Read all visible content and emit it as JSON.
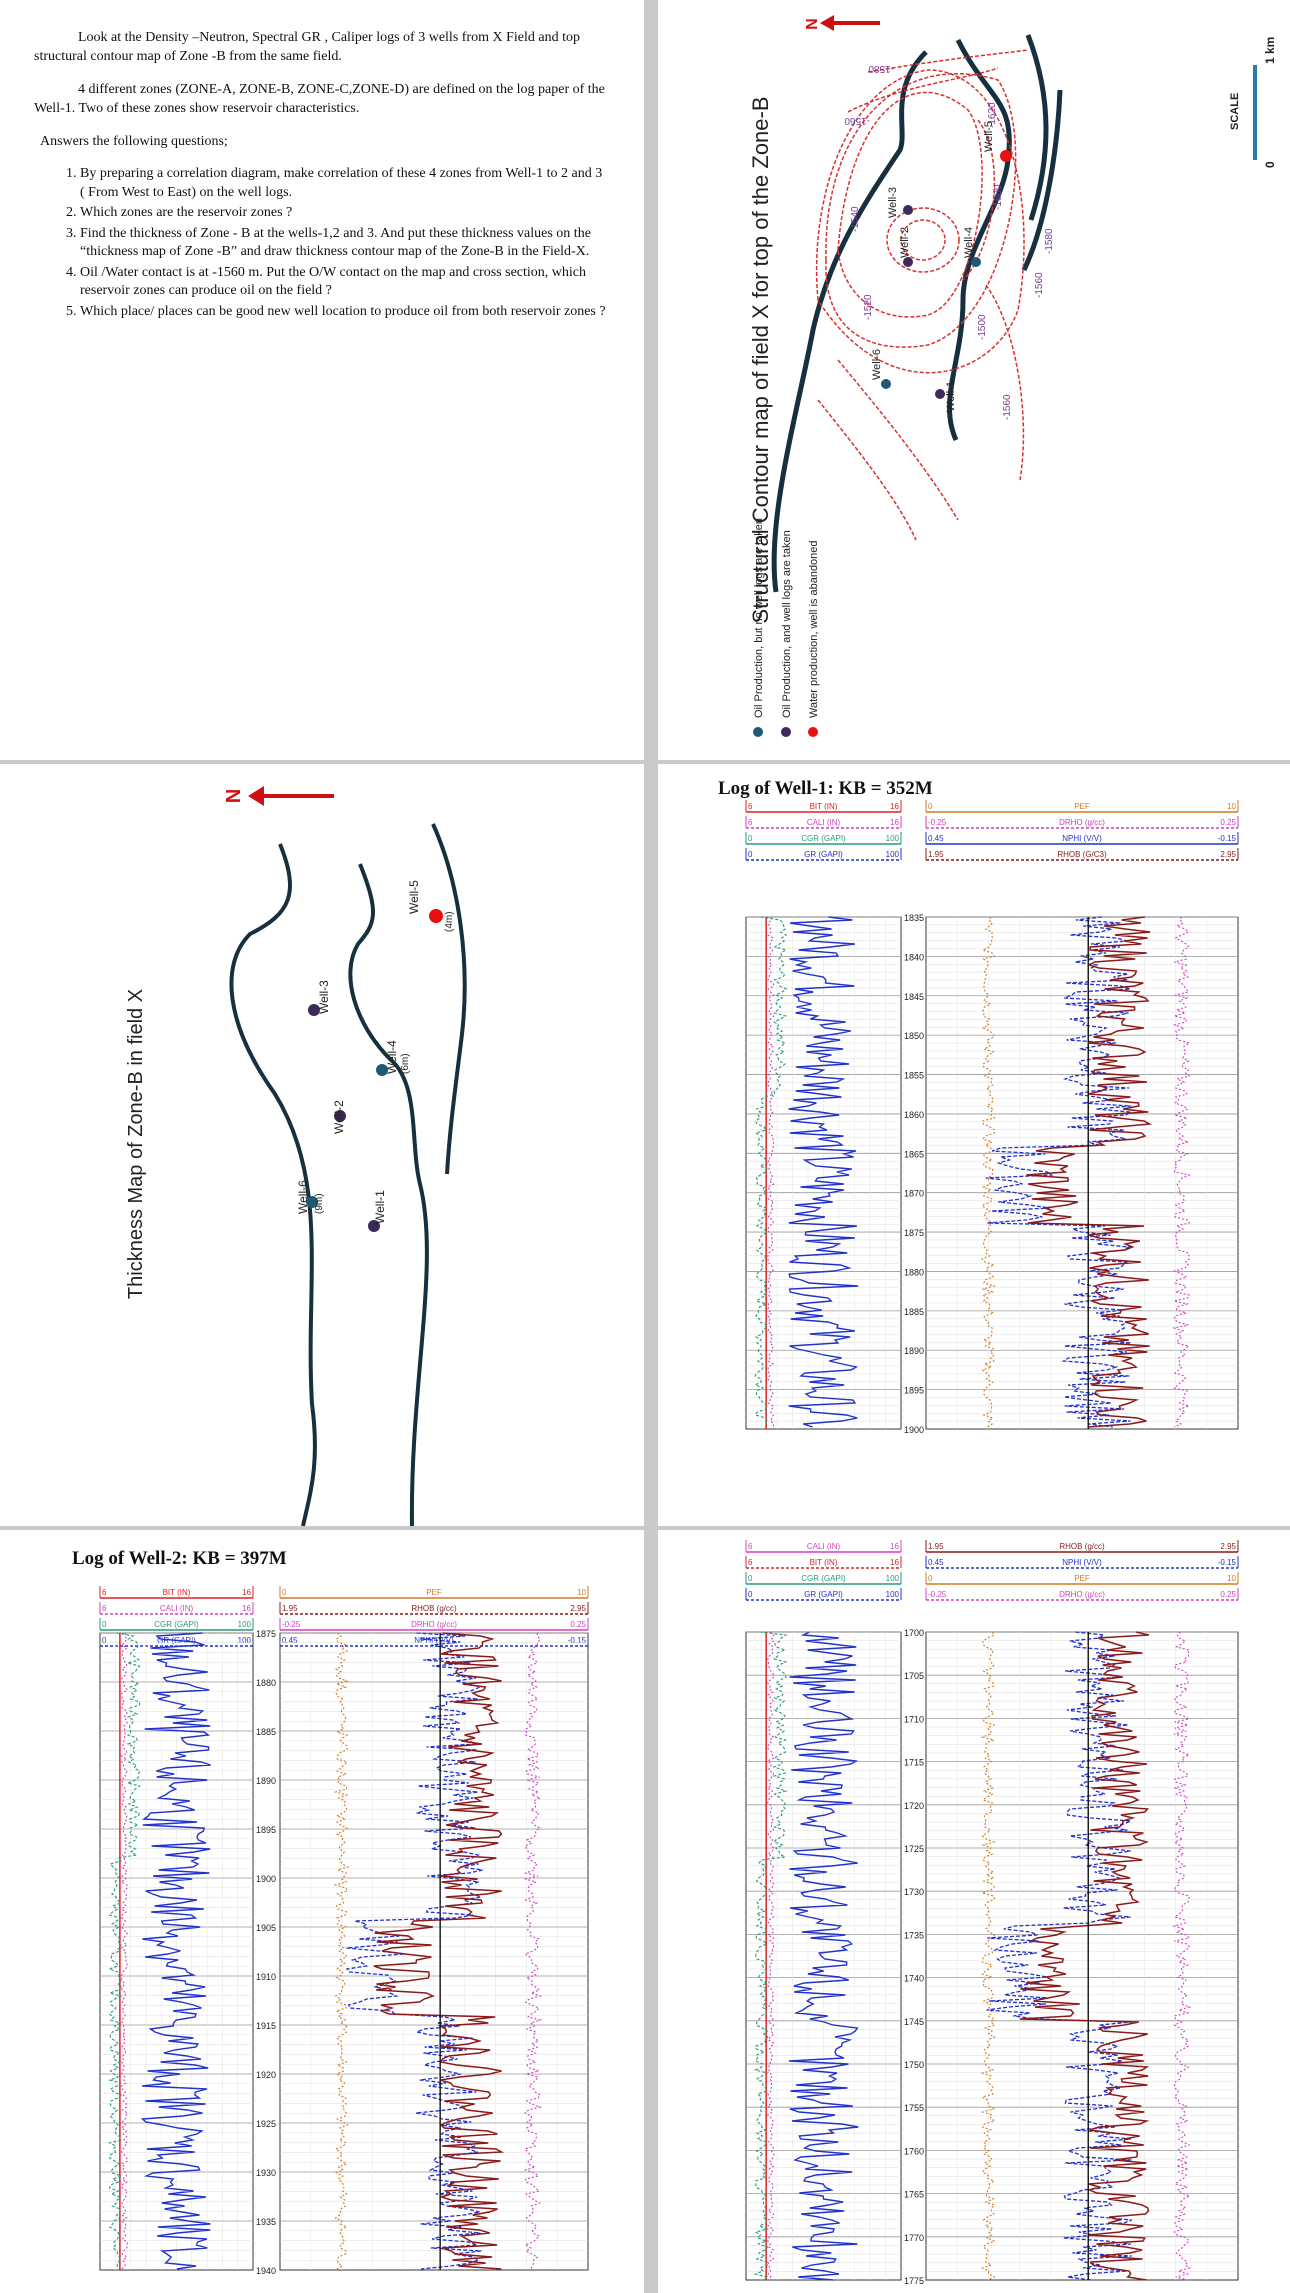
{
  "questions": {
    "intro1": "Look at the Density –Neutron, Spectral GR , Caliper logs of 3 wells from X Field and top structural contour map of  Zone -B from the same field.",
    "intro2": "4 different zones (ZONE-A, ZONE-B, ZONE-C,ZONE-D) are defined on the log paper of the Well-1.  Two of these zones show reservoir characteristics.",
    "prompt": "Answers the following questions;",
    "items": [
      "By preparing  a correlation diagram, make correlation of these  4 zones from Well-1 to 2 and 3 ( From West to East) on the well logs.",
      "Which zones are  the reservoir zones ?",
      "Find the thickness of  Zone - B  at the wells-1,2 and 3. And put these thickness values on the  “thickness map of Zone -B” and draw thickness contour map of the Zone-B in the Field-X.",
      "Oil /Water contact is at -1560 m. Put the O/W contact on the map and cross section, which reservoir zones can produce  oil  on the field  ?",
      "Which place/ places can be good  new well location to produce oil from both reservoir zones ?"
    ]
  },
  "structural_map": {
    "title": "Structural Contour map of field X for top of the Zone-B",
    "north": "N",
    "scale_label": "SCALE",
    "scale_zero": "0",
    "scale_end": "1 km",
    "contours": [
      "-1580",
      "-1560",
      "-1540",
      "-1520",
      "-1500",
      "-1560",
      "-1580",
      "-1600",
      "-1620",
      "-1560"
    ],
    "wells": [
      "Well-3",
      "Well-2",
      "Well-6",
      "Well-1",
      "Well-4",
      "Well-5"
    ],
    "legend": [
      {
        "label": "Oil Production, but no well logs are taken",
        "color": "#1e5a73"
      },
      {
        "label": "Oil Production, and well logs are taken",
        "color": "#3d2a5a"
      },
      {
        "label": "Water production, well is abandoned",
        "color": "#e81010"
      }
    ]
  },
  "thickness_map": {
    "title": "Thickness Map of Zone-B in field X",
    "north": "N",
    "wells": [
      {
        "name": "Well-6",
        "note": "(9m)"
      },
      {
        "name": "Well-1",
        "note": ""
      },
      {
        "name": "Well-2",
        "note": ""
      },
      {
        "name": "Well-3",
        "note": ""
      },
      {
        "name": "Well-4",
        "note": "(6m)"
      },
      {
        "name": "Well-5",
        "note": "(4m)"
      }
    ]
  },
  "well1": {
    "title": "Log of Well-1: KB = 352M",
    "depths": [
      "1835",
      "1840",
      "1845",
      "1850",
      "1855",
      "1860",
      "1865",
      "1870",
      "1875",
      "1880",
      "1885",
      "1890",
      "1895",
      "1900"
    ],
    "left_headers": [
      {
        "label": "BIT (IN)",
        "min": "6",
        "max": "16",
        "color": "#e02020"
      },
      {
        "label": "CALI (IN)",
        "min": "6",
        "max": "16",
        "color": "#d040c0"
      },
      {
        "label": "CGR (GAPI)",
        "min": "0",
        "max": "100",
        "color": "#2a9a7a"
      },
      {
        "label": "GR (GAPI)",
        "min": "0",
        "max": "100",
        "color": "#2233cc"
      }
    ],
    "right_headers": [
      {
        "label": "PEF",
        "min": "0",
        "max": "10",
        "color": "#d07a20"
      },
      {
        "label": "DRHO (g/cc)",
        "min": "-0.25",
        "max": "0.25",
        "color": "#d040c0"
      },
      {
        "label": "NPHI (V/V)",
        "min": "0.45",
        "max": "-0.15",
        "color": "#2233cc"
      },
      {
        "label": "RHOB (G/C3)",
        "min": "1.95",
        "max": "2.95",
        "color": "#8b1a1a"
      }
    ]
  },
  "well2": {
    "title": "Log of Well-2: KB = 397M",
    "depths": [
      "1875",
      "1880",
      "1885",
      "1890",
      "1895",
      "1900",
      "1905",
      "1910",
      "1915",
      "1920",
      "1925",
      "1930",
      "1935",
      "1940"
    ],
    "left_headers": [
      {
        "label": "BIT (IN)",
        "min": "6",
        "max": "16",
        "color": "#e02020"
      },
      {
        "label": "CALI (IN)",
        "min": "6",
        "max": "16",
        "color": "#d040c0"
      },
      {
        "label": "CGR (GAPI)",
        "min": "0",
        "max": "100",
        "color": "#2a9a7a"
      },
      {
        "label": "GR (GAPI)",
        "min": "0",
        "max": "100",
        "color": "#2233cc"
      }
    ],
    "right_headers": [
      {
        "label": "PEF",
        "min": "0",
        "max": "10",
        "color": "#d07a20"
      },
      {
        "label": "RHOB (g/cc)",
        "min": "1.95",
        "max": "2.95",
        "color": "#8b1a1a"
      },
      {
        "label": "DRHO (g/cc)",
        "min": "-0.25",
        "max": "0.25",
        "color": "#d040c0"
      },
      {
        "label": "NPHI (V/V)",
        "min": "0.45",
        "max": "-0.15",
        "color": "#2233cc"
      }
    ]
  },
  "well3": {
    "depths": [
      "1700",
      "1705",
      "1710",
      "1715",
      "1720",
      "1725",
      "1730",
      "1735",
      "1740",
      "1745",
      "1750",
      "1755",
      "1760",
      "1765",
      "1770",
      "1775"
    ],
    "left_headers": [
      {
        "label": "CALI (IN)",
        "min": "6",
        "max": "16",
        "color": "#d040c0"
      },
      {
        "label": "BIT (IN)",
        "min": "6",
        "max": "16",
        "color": "#e02020"
      },
      {
        "label": "CGR (GAPI)",
        "min": "0",
        "max": "100",
        "color": "#2a9a7a"
      },
      {
        "label": "GR (GAPI)",
        "min": "0",
        "max": "100",
        "color": "#2233cc"
      }
    ],
    "right_headers": [
      {
        "label": "RHOB (g/cc)",
        "min": "1.95",
        "max": "2.95",
        "color": "#8b1a1a"
      },
      {
        "label": "NPHI (V/V)",
        "min": "0.45",
        "max": "-0.15",
        "color": "#2233cc"
      },
      {
        "label": "PEF",
        "min": "0",
        "max": "10",
        "color": "#d07a20"
      },
      {
        "label": "DRHO (g/cc)",
        "min": "-0.25",
        "max": "0.25",
        "color": "#d040c0"
      }
    ]
  }
}
